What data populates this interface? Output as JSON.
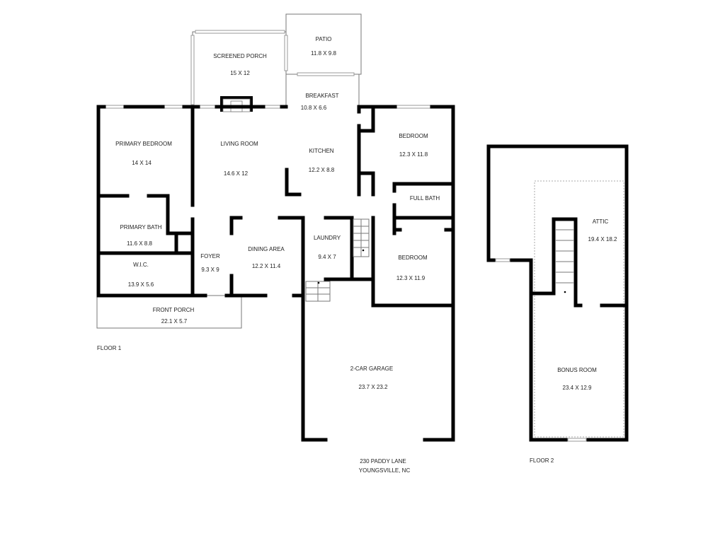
{
  "floor1": {
    "label": "FLOOR 1",
    "rooms": [
      {
        "name": "SCREENED PORCH",
        "size": "15 X 12"
      },
      {
        "name": "PATIO",
        "size": "11.8 X 9.8"
      },
      {
        "name": "BREAKFAST",
        "size": "10.8 X 6.6"
      },
      {
        "name": "PRIMARY BEDROOM",
        "size": "14 X 14"
      },
      {
        "name": "LIVING ROOM",
        "size": "14.6 X 12"
      },
      {
        "name": "KITCHEN",
        "size": "12.2 X 8.8"
      },
      {
        "name": "BEDROOM",
        "size": "12.3 X 11.8"
      },
      {
        "name": "FULL BATH",
        "size": ""
      },
      {
        "name": "PRIMARY BATH",
        "size": "11.6 X 8.8"
      },
      {
        "name": "FOYER",
        "size": "9.3 X 9"
      },
      {
        "name": "DINING AREA",
        "size": "12.2 X 11.4"
      },
      {
        "name": "LAUNDRY",
        "size": "9.4 X 7"
      },
      {
        "name": "BEDROOM",
        "size": "12.3 X 11.9"
      },
      {
        "name": "W.I.C.",
        "size": "13.9 X 5.6"
      },
      {
        "name": "FRONT PORCH",
        "size": "22.1 X 5.7"
      },
      {
        "name": "2-CAR GARAGE",
        "size": "23.7 X 23.2"
      }
    ]
  },
  "floor2": {
    "label": "FLOOR 2",
    "rooms": [
      {
        "name": "ATTIC",
        "size": "19.4 X 18.2"
      },
      {
        "name": "BONUS ROOM",
        "size": "23.4 X 12.9"
      }
    ]
  },
  "address": {
    "line1": "230 PADDY LANE",
    "line2": "YOUNGSVILLE, NC"
  }
}
